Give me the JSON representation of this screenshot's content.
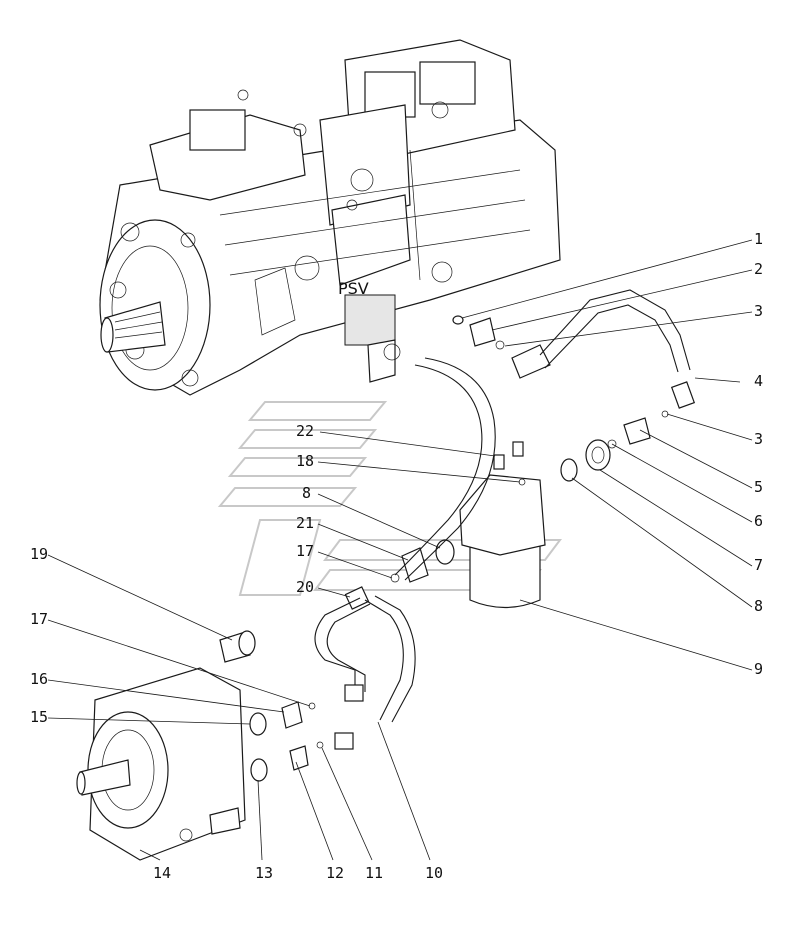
{
  "diagram": {
    "component_label": "PSV",
    "callouts": [
      "1",
      "2",
      "3",
      "4",
      "3",
      "5",
      "6",
      "7",
      "8",
      "9",
      "10",
      "11",
      "12",
      "13",
      "14",
      "15",
      "16",
      "17",
      "19",
      "22",
      "18",
      "8",
      "21",
      "17",
      "20"
    ]
  }
}
